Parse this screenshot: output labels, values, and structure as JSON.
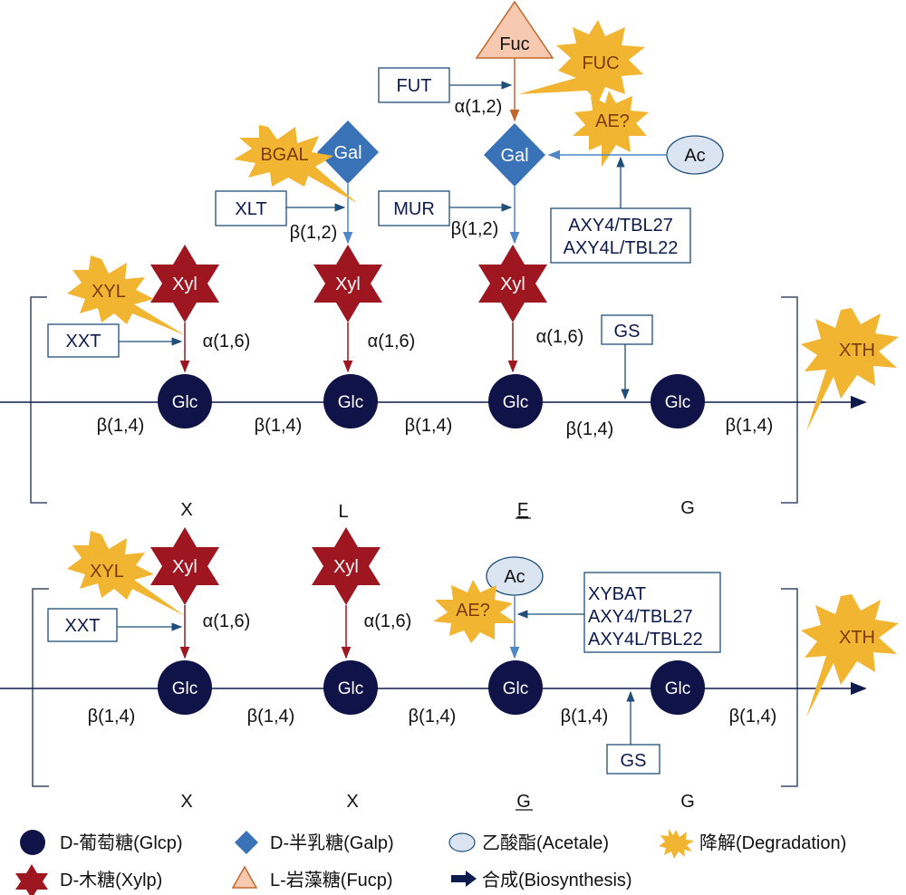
{
  "colors": {
    "backbone": "#0d1b4c",
    "glc": "#0f1347",
    "xyl": "#9e1620",
    "gal": "#3a72b8",
    "gal_arrow": "#4f86c6",
    "fuc_fill": "#f6c9b0",
    "fuc_stroke": "#c2662a",
    "fuc_arrow": "#c2662a",
    "ac_fill": "#dbe5f2",
    "box_stroke": "#1f4e79",
    "degradation": "#f2b531"
  },
  "top": {
    "glc": [
      "Glc",
      "Glc",
      "Glc",
      "Glc"
    ],
    "xyl": [
      "Xyl",
      "Xyl",
      "Xyl"
    ],
    "gal": [
      "Gal",
      "Gal"
    ],
    "fuc": "Fuc",
    "ac": "Ac",
    "beta_links": [
      "β(1,4)",
      "β(1,4)",
      "β(1,4)",
      "β(1,4)",
      "β(1,4)"
    ],
    "alpha_links": [
      "α(1,6)",
      "α(1,6)",
      "α(1,6)"
    ],
    "beta12": [
      "β(1,2)",
      "β(1,2)"
    ],
    "alpha12": "α(1,2)",
    "enzymes": {
      "xxt": "XXT",
      "xlt": "XLT",
      "mur": "MUR",
      "fut": "FUT",
      "gs": "GS",
      "axy": [
        "AXY4/TBL27",
        "AXY4L/TBL22"
      ]
    },
    "degradation": {
      "xyl": "XYL",
      "bgal": "BGAL",
      "fuc": "FUC",
      "ae": "AE?",
      "xth": "XTH"
    },
    "codes": [
      "X",
      "L",
      "F",
      "G"
    ]
  },
  "bottom": {
    "glc": [
      "Glc",
      "Glc",
      "Glc",
      "Glc"
    ],
    "xyl": [
      "Xyl",
      "Xyl"
    ],
    "ac": "Ac",
    "beta_links": [
      "β(1,4)",
      "β(1,4)",
      "β(1,4)",
      "β(1,4)",
      "β(1,4)"
    ],
    "alpha_links": [
      "α(1,6)",
      "α(1,6)"
    ],
    "enzymes": {
      "xxt": "XXT",
      "gs": "GS",
      "xybat": [
        "XYBAT",
        "AXY4/TBL27",
        "AXY4L/TBL22"
      ]
    },
    "degradation": {
      "xyl": "XYL",
      "ae": "AE?",
      "xth": "XTH"
    },
    "codes": [
      "X",
      "X",
      "G",
      "G"
    ]
  },
  "legend": {
    "glc": "D-葡萄糖(Glcp)",
    "gal": "D-半乳糖(Galp)",
    "ac": "乙酸酯(Acetale)",
    "deg": "降解(Degradation)",
    "xyl": "D-木糖(Xylp)",
    "fuc": "L-岩藻糖(Fucp)",
    "bio": "合成(Biosynthesis)"
  }
}
